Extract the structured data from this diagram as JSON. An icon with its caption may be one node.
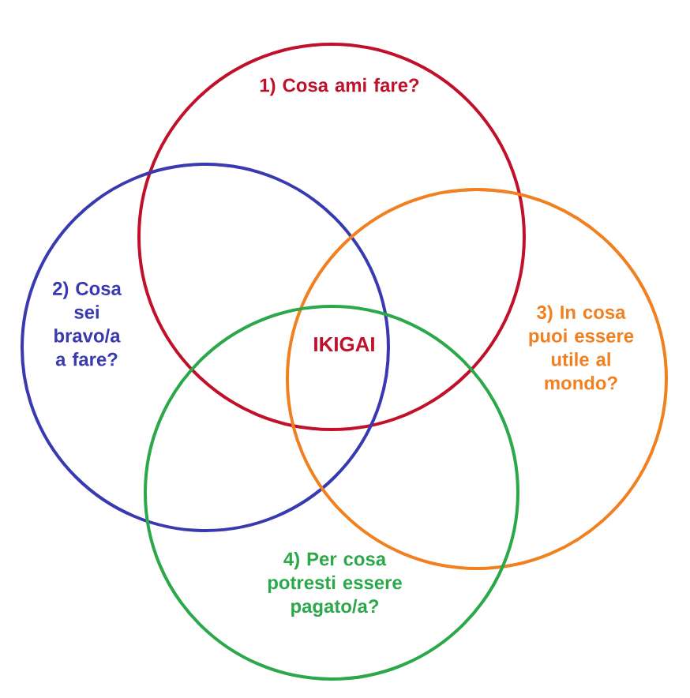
{
  "diagram": {
    "nodes": [
      {
        "text": [
          "1) Cosa ami fare?"
        ]
      },
      {
        "text": [
          "2) Cosa sei bravo/a a fare?"
        ]
      },
      {
        "text": [
          "3) In cosa puoi essere utile al mondo?"
        ]
      },
      {
        "text": [
          "4) Per cosa potresti essere pagato/a?"
        ]
      }
    ],
    "labels": [
      "IKIGAI"
    ]
  }
}
